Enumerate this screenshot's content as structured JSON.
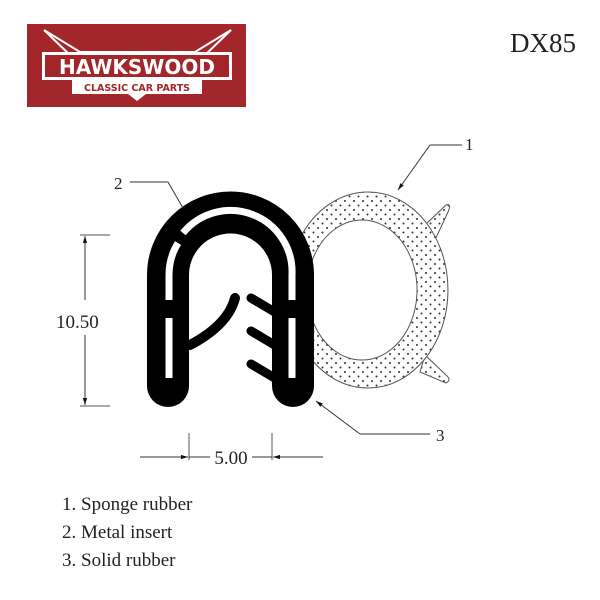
{
  "logo": {
    "brand": "HAWKSWOOD",
    "tagline": "CLASSIC CAR PARTS",
    "color": "#a3262a"
  },
  "part_code": "DX85",
  "callouts": [
    "1",
    "2",
    "3"
  ],
  "dimensions": {
    "height": "10.50",
    "width": "5.00"
  },
  "legend": [
    "1. Sponge rubber",
    "2. Metal insert",
    "3. Solid rubber"
  ]
}
